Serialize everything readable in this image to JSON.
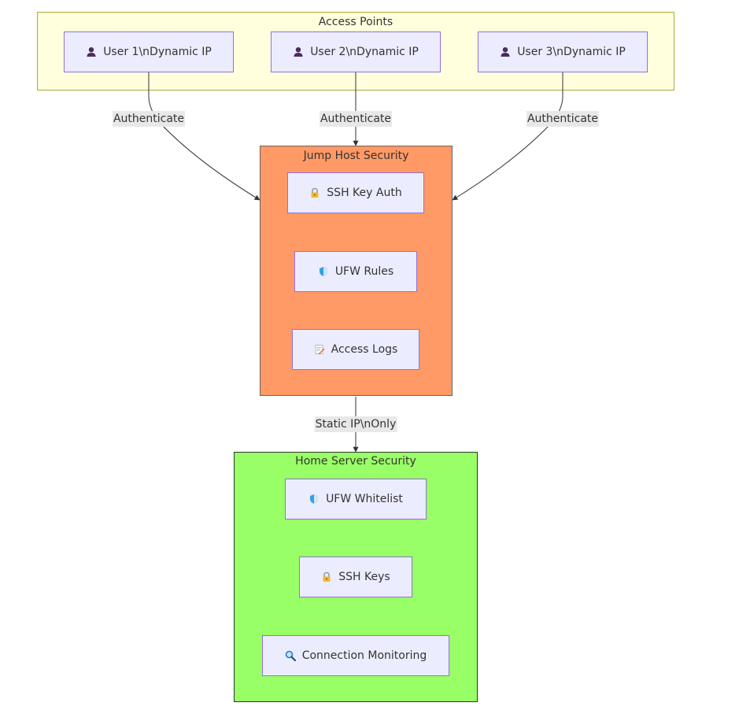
{
  "clusters": {
    "access": {
      "title": "Access Points"
    },
    "jump": {
      "title": "Jump Host Security"
    },
    "home": {
      "title": "Home Server Security"
    }
  },
  "nodes": {
    "user1": {
      "label": "User 1\\nDynamic IP",
      "icon": "user-icon"
    },
    "user2": {
      "label": "User 2\\nDynamic IP",
      "icon": "user-icon"
    },
    "user3": {
      "label": "User 3\\nDynamic IP",
      "icon": "user-icon"
    },
    "ssh_key_auth": {
      "label": "SSH Key Auth",
      "icon": "lock-icon"
    },
    "ufw_rules": {
      "label": "UFW Rules",
      "icon": "shield-icon"
    },
    "access_logs": {
      "label": "Access Logs",
      "icon": "memo-icon"
    },
    "ufw_whitelist": {
      "label": "UFW Whitelist",
      "icon": "shield-icon"
    },
    "ssh_keys": {
      "label": "SSH Keys",
      "icon": "lock-icon"
    },
    "conn_monitoring": {
      "label": "Connection Monitoring",
      "icon": "magnifier-icon"
    }
  },
  "edges": {
    "auth1": "Authenticate",
    "auth2": "Authenticate",
    "auth3": "Authenticate",
    "static": "Static IP\\nOnly"
  },
  "colors": {
    "access_fill": "#ffffde",
    "access_border": "#aaaa33",
    "jump_fill": "#ff9966",
    "jump_border": "#666666",
    "home_fill": "#99ff66",
    "home_border": "#333333",
    "node_fill": "#ececff",
    "node_border": "#9370db"
  }
}
